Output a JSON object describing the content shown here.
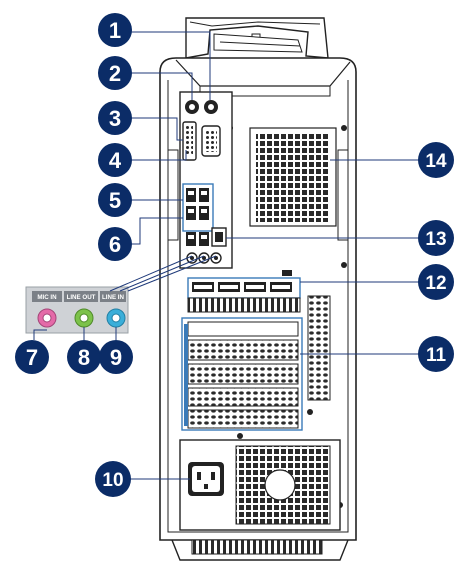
{
  "callouts": {
    "c1": "1",
    "c2": "2",
    "c3": "3",
    "c4": "4",
    "c5": "5",
    "c6": "6",
    "c7": "7",
    "c8": "8",
    "c9": "9",
    "c10": "10",
    "c11": "11",
    "c12": "12",
    "c13": "13",
    "c14": "14"
  },
  "audio_jacks": {
    "mic_in": "MIC IN",
    "line_out": "LINE OUT",
    "line_in": "LINE IN"
  },
  "colors": {
    "callout_fill": "#0b2c67",
    "leader_line": "#1f3a7a",
    "mic_in": "#e46aa8",
    "line_out": "#7cc24a",
    "line_in": "#3aaed9",
    "highlight": "#3a7ab8"
  }
}
